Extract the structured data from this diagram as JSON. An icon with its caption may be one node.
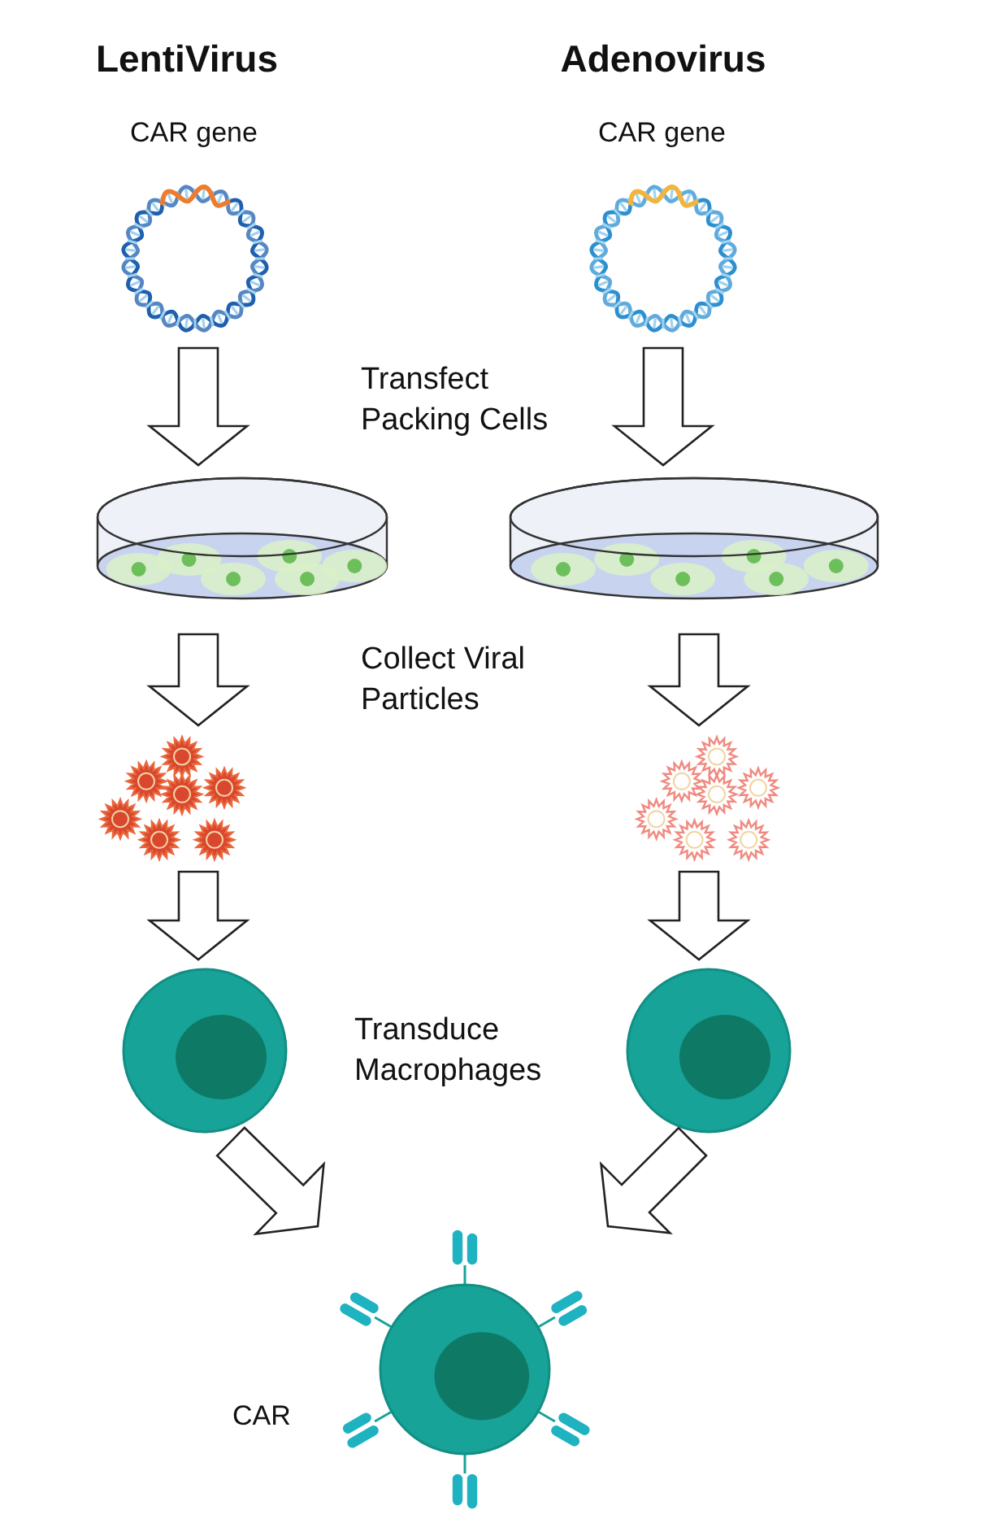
{
  "diagram": {
    "nodes": [
      {
        "text": [],
        "shape": "picture",
        "beside": [
          "CAR gene"
        ]
      },
      {
        "text": [],
        "shape": "picture",
        "beside": [
          "CAR gene"
        ]
      },
      {
        "text": [],
        "shape": "picture"
      },
      {
        "text": [],
        "shape": "picture"
      },
      {
        "text": [],
        "shape": "picture"
      },
      {
        "text": [],
        "shape": "picture"
      },
      {
        "text": [],
        "shape": "picture"
      },
      {
        "text": [],
        "shape": "picture"
      },
      {
        "text": [],
        "shape": "picture"
      }
    ],
    "edges": [
      {
        "from": 0,
        "to": 2,
        "arrow": "to"
      },
      {
        "from": 1,
        "to": 3,
        "arrow": "to"
      },
      {
        "from": 2,
        "to": 4,
        "arrow": "to"
      },
      {
        "from": 3,
        "to": 5,
        "arrow": "to"
      },
      {
        "from": 4,
        "to": 6,
        "arrow": "to"
      },
      {
        "from": 5,
        "to": 7,
        "arrow": "to"
      },
      {
        "from": 6,
        "to": 8,
        "arrow": "to"
      },
      {
        "from": 7,
        "to": 8,
        "arrow": "to"
      }
    ],
    "labels": [
      "LentiVirus",
      "Adenovirus",
      "Transfect Packing Cells",
      "Collect Viral Particles",
      "Transduce Macrophages",
      "CAR"
    ]
  }
}
